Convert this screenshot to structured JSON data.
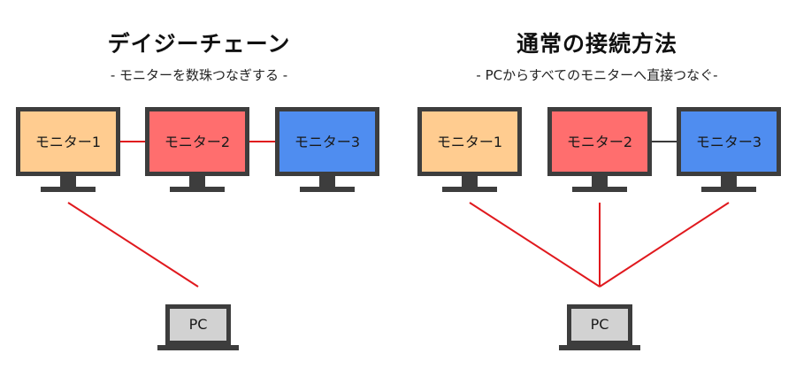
{
  "daisy_chain": {
    "title": "デイジーチェーン",
    "subtitle": "- モニターを数珠つなぎする -",
    "monitors": [
      {
        "label": "モニター1",
        "color": "#FFCC90"
      },
      {
        "label": "モニター2",
        "color": "#FF6E6E"
      },
      {
        "label": "モニター3",
        "color": "#4F8DF0"
      }
    ],
    "pc_label": "PC"
  },
  "direct": {
    "title": "通常の接続方法",
    "subtitle": "- PCからすべてのモニターへ直接つなぐ-",
    "monitors": [
      {
        "label": "モニター1",
        "color": "#FFCC90"
      },
      {
        "label": "モニター2",
        "color": "#FF6E6E"
      },
      {
        "label": "モニター3",
        "color": "#4F8DF0"
      }
    ],
    "pc_label": "PC"
  },
  "colors": {
    "cable_red": "#E0191E",
    "cable_dark": "#3A3A3A",
    "bezel": "#3D3D3D",
    "laptop_screen": "#D2D2D2"
  }
}
